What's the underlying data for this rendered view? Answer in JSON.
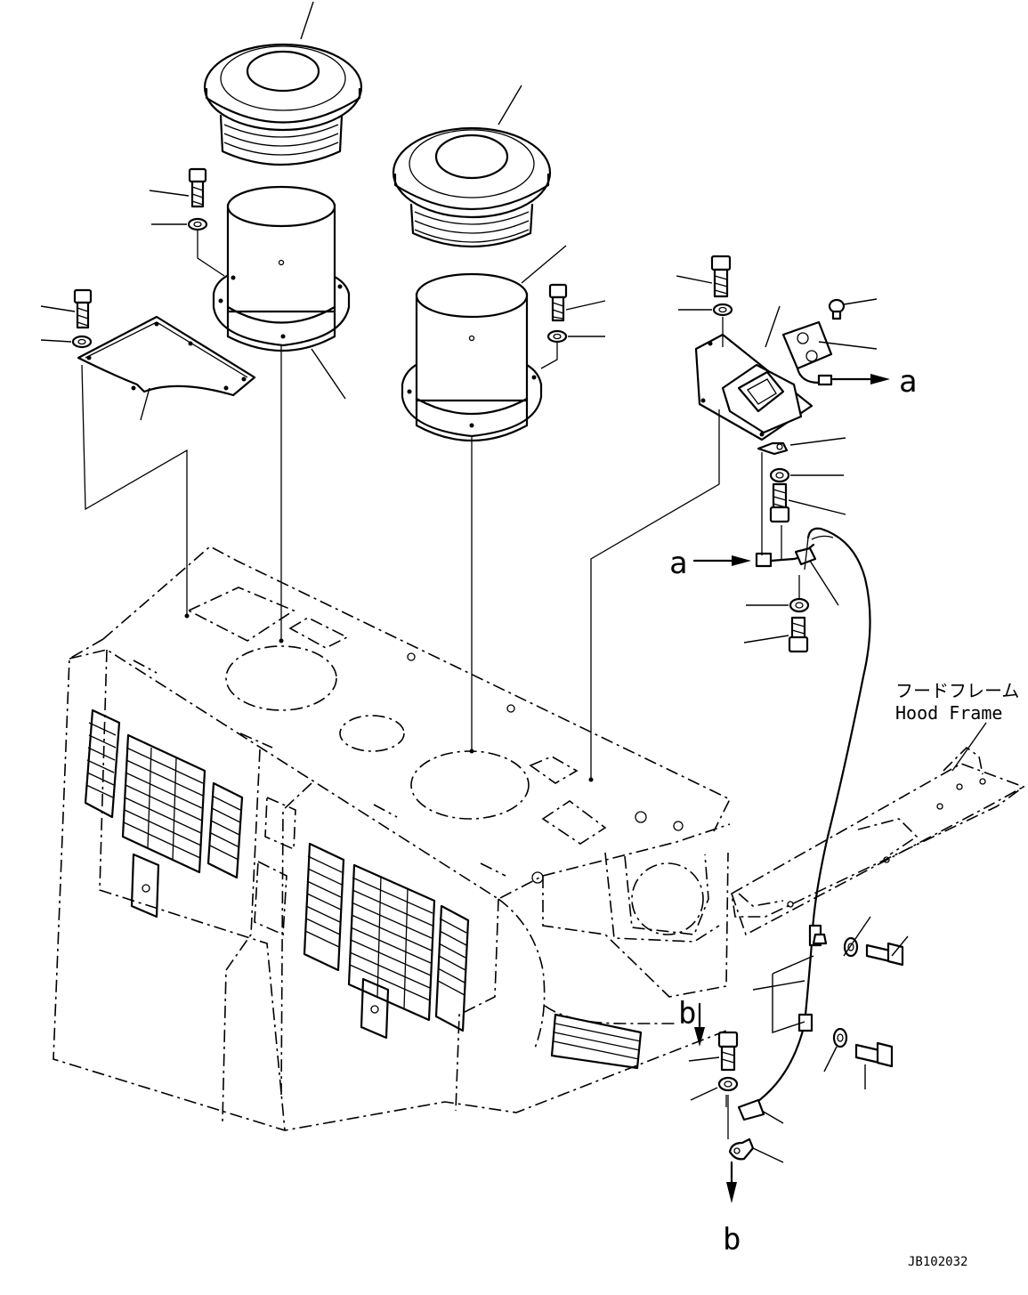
{
  "labels": {
    "hood_frame_jp": "フードフレーム",
    "hood_frame_en": "Hood Frame",
    "connector_a_top": "a",
    "connector_a_left": "a",
    "connector_b_upper": "b",
    "connector_b_lower": "b",
    "drawing_number": "JB102032"
  }
}
